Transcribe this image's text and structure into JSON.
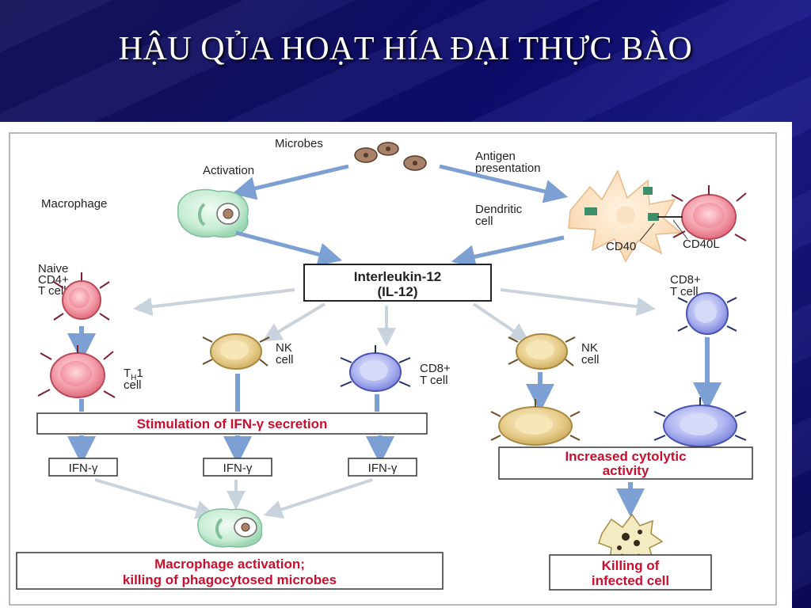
{
  "slide": {
    "title": "HẬU QỦA HOẠT HÍA ĐẠI THỰC BÀO"
  },
  "diagram": {
    "microbes": "Microbes",
    "activation": "Activation",
    "antigen_presentation_1": "Antigen",
    "antigen_presentation_2": "presentation",
    "macrophage": "Macrophage",
    "dendritic_1": "Dendritic",
    "dendritic_2": "cell",
    "cd40": "CD40",
    "cd40l": "CD40L",
    "il12_1": "Interleukin-12",
    "il12_2": "(IL-12)",
    "naive_1": "Naive",
    "naive_2": "CD4+",
    "naive_3": "T cell",
    "th1_main": "T",
    "th1_sub": "H",
    "th1_num": "1",
    "th1_2": "cell",
    "nk_1a": "NK",
    "nk_1b": "cell",
    "cd8_mid_1": "CD8+",
    "cd8_mid_2": "T cell",
    "nk_2a": "NK",
    "nk_2b": "cell",
    "cd8_right_1": "CD8+",
    "cd8_right_2": "T cell",
    "stimulation": "Stimulation of IFN-γ secretion",
    "ifn_1": "IFN-γ",
    "ifn_2": "IFN-γ",
    "ifn_3": "IFN-γ",
    "cytolytic_1": "Increased cytolytic",
    "cytolytic_2": "activity",
    "macro_act_1": "Macrophage activation;",
    "macro_act_2": "killing of phagocytosed microbes",
    "killing_1": "Killing of",
    "killing_2": "infected cell"
  }
}
